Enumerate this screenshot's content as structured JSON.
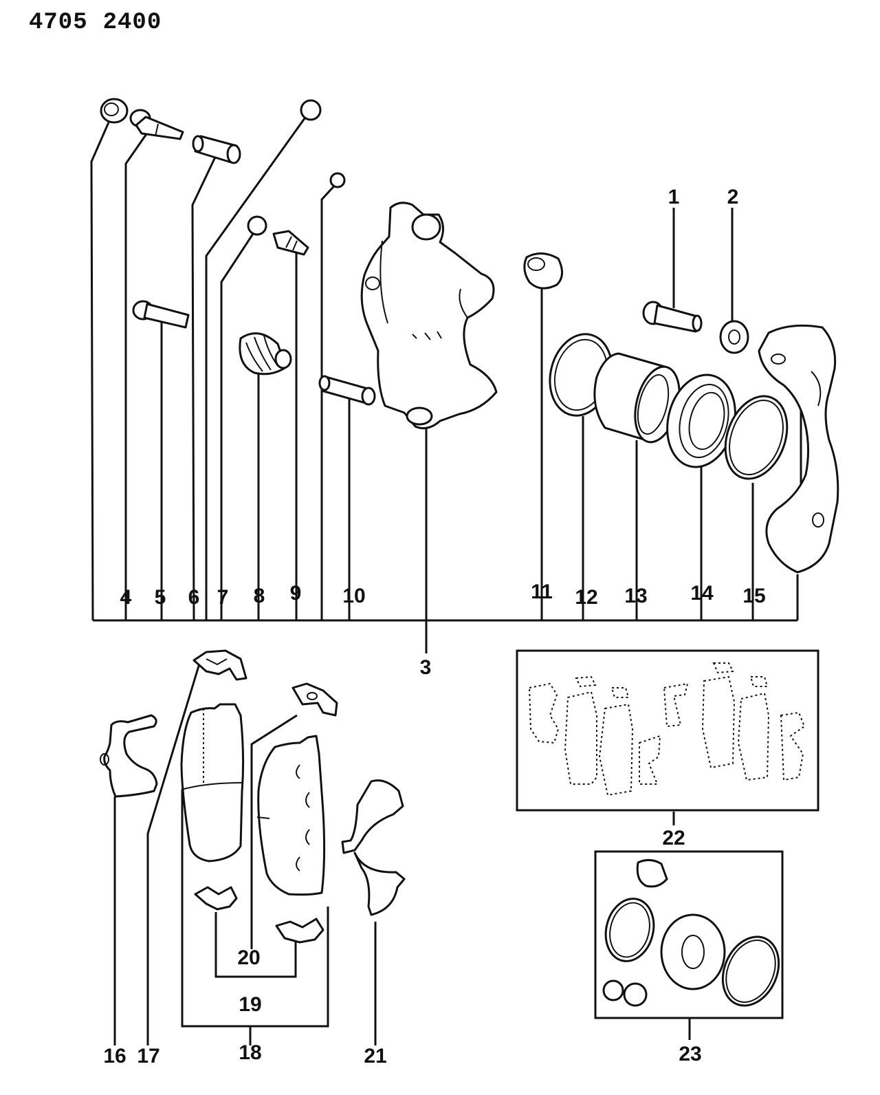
{
  "header": {
    "code_left": "4705",
    "code_right": "2400"
  },
  "callouts": {
    "c1": "1",
    "c2": "2",
    "c3": "3",
    "c4": "4",
    "c5": "5",
    "c6": "6",
    "c7": "7",
    "c8": "8",
    "c9": "9",
    "c10": "10",
    "c11": "11",
    "c12": "12",
    "c13": "13",
    "c14": "14",
    "c15": "15",
    "c16": "16",
    "c17": "17",
    "c18": "18",
    "c19": "19",
    "c20": "20",
    "c21": "21",
    "c22": "22",
    "c23": "23"
  }
}
